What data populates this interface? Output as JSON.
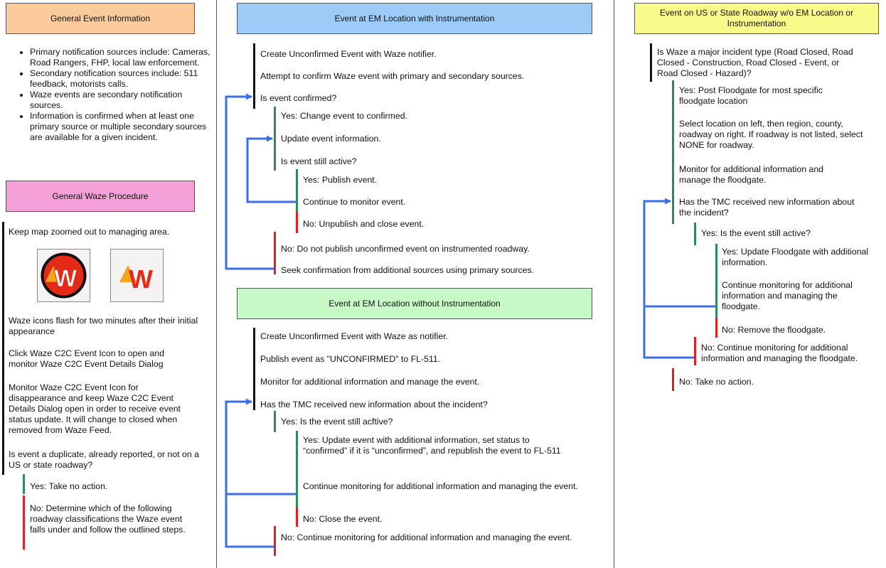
{
  "col1": {
    "general_header": "General Event Information",
    "bullets": [
      "Primary notification sources include: Cameras, Road Rangers, FHP, local law enforcement.",
      "Secondary notification sources include: 511 feedback, motorists calls.",
      "Waze events are secondary notification sources.",
      "Information is confirmed when at least one primary source or multiple secondary sources are available for a given incident."
    ],
    "procedure_header": "General Waze Procedure",
    "keep_map": "Keep map zoomed out to managing area.",
    "icon_letter": "W",
    "flash_text": "Waze icons flash for two minutes after their initial appearance",
    "click_text": "Click Waze C2C Event Icon to open and monitor Waze C2C Event Details Dialog",
    "monitor_text": "Monitor Waze C2C Event Icon for disappearance and keep Waze C2C Event Details Dialog open in order to receive event status update. It will change to closed when removed from Waze Feed.",
    "duplicate_q": "Is event a duplicate, already reported, or not on a US or state roadway?",
    "yes_text": "Yes: Take no action.",
    "no_text": "No: Determine which of the following roadway classifications the Waze event falls under and follow the outlined steps."
  },
  "col2a": {
    "header": "Event at EM Location with Instrumentation",
    "create": "Create Unconfirmed Event with Waze notifier.",
    "attempt": "Attempt to confirm Waze event with primary and secondary sources.",
    "confirmed_q": "Is event confirmed?",
    "yes_change": "Yes: Change event to confirmed.",
    "update": "Update event information.",
    "still_active": "Is event still active?",
    "yes_publish": "Yes: Publish event.",
    "continue": "Continue to monitor event.",
    "no_unpublish": "No: Unpublish and close event.",
    "no_publish": "No: Do not publish unconfirmed event on instrumented roadway.",
    "seek": "Seek confirmation from additional sources using primary sources."
  },
  "col2b": {
    "header": "Event at EM Location without Instrumentation",
    "create": "Create Unconfirmed Event with Waze as notifier.",
    "publish": "Publish event as \"UNCONFIRMED\" to FL-511.",
    "monitor": "Monitor for additional information and manage the event.",
    "tmc_q": "Has the TMC received new information about the incident?",
    "yes_active": "Yes: Is the event still acftive?",
    "yes_update": "Yes: Update event with additional information, set status to “confirmed” if it is “unconfirmed”, and republish the event to FL-511",
    "continue": "Continue monitoring for additional information and managing the event.",
    "no_close": "No: Close the event.",
    "no_continue": "No: Continue monitoring for additional information and managing the event."
  },
  "col3": {
    "header": "Event on US or State Roadway w/o EM Location or Instrumentation",
    "waze_q": "Is Waze a major incident type (Road Closed, Road Closed - Construction, Road Closed - Event, or Road Closed - Hazard)?",
    "yes_post": "Yes: Post Floodgate for most specific floodgate location",
    "select": "Select location on left, then region, county, roadway on right. If roadway is not listed, select NONE for roadway.",
    "monitor": "Monitor for additional information and manage the floodgate.",
    "tmc_q": "Has the TMC received new information about the incident?",
    "yes_active": "Yes: Is the event still active?",
    "yes_update": "Yes: Update Floodgate with additional information.",
    "continue": "Continue monitoring for additional information and managing the floodgate.",
    "no_remove": "No: Remove the floodgate.",
    "no_continue": "No: Continue monitoring for additional information and managing the floodgate.",
    "no_action": "No: Take no action."
  },
  "colors": {
    "orange": "#fbcb9c",
    "pink": "#f5a0d8",
    "blue": "#9ccbf7",
    "green": "#c6f9c6",
    "yellow": "#fafa8a",
    "arrow": "#3b6ee8"
  }
}
